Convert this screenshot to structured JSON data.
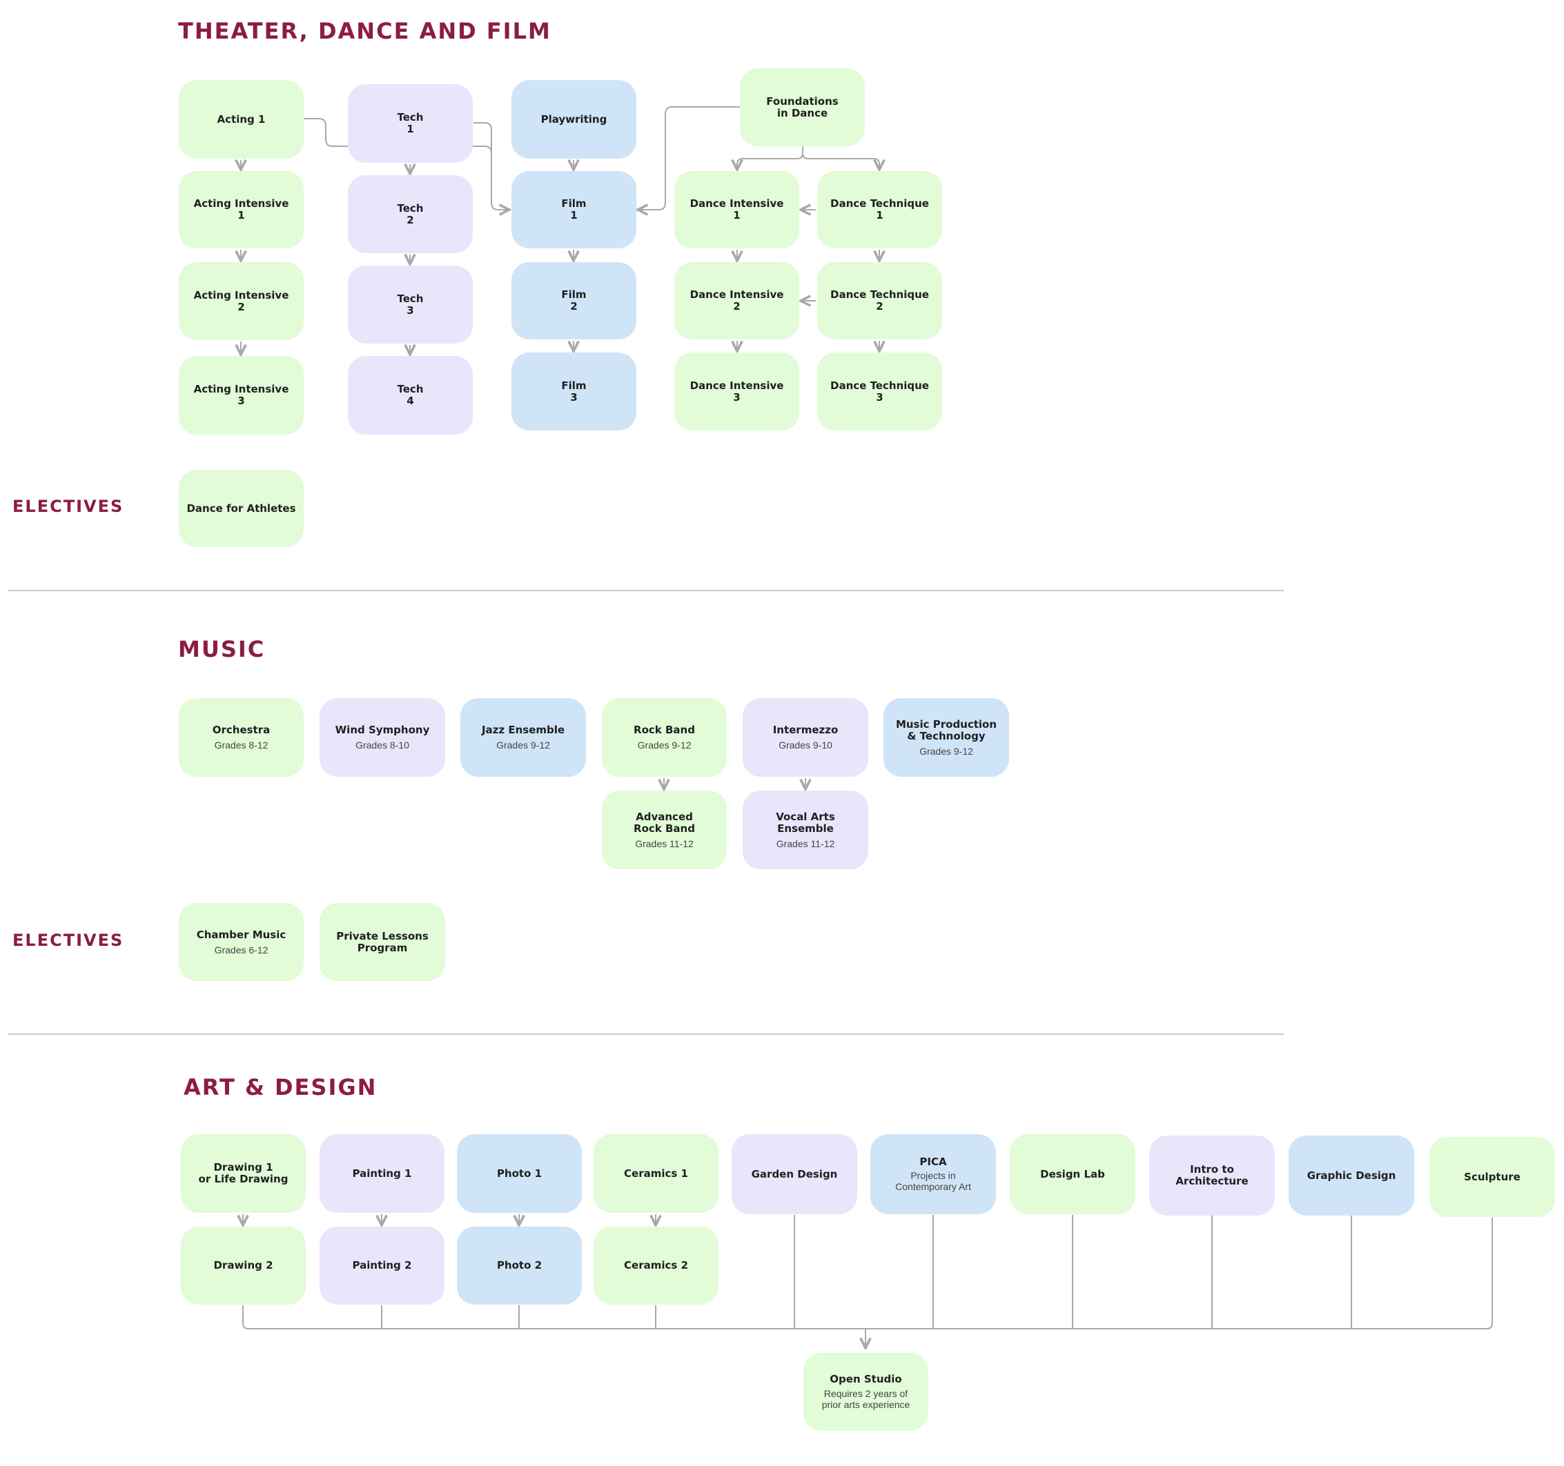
{
  "theater": {
    "heading": "THEATER, DANCE AND FILM",
    "electives_heading": "ELECTIVES",
    "acting_1": "Acting 1",
    "acting_intensive_1": "Acting Intensive\n1",
    "acting_intensive_2": "Acting Intensive\n2",
    "acting_intensive_3": "Acting Intensive\n3",
    "tech_1": "Tech\n1",
    "tech_2": "Tech\n2",
    "tech_3": "Tech\n3",
    "tech_4": "Tech\n4",
    "playwriting": "Playwriting",
    "film_1": "Film\n1",
    "film_2": "Film\n2",
    "film_3": "Film\n3",
    "foundations_in_dance": "Foundations\nin Dance",
    "dance_intensive_1": "Dance Intensive\n1",
    "dance_intensive_2": "Dance Intensive\n2",
    "dance_intensive_3": "Dance Intensive\n3",
    "dance_technique_1": "Dance Technique\n1",
    "dance_technique_2": "Dance Technique\n2",
    "dance_technique_3": "Dance Technique\n3",
    "dance_for_athletes": "Dance for Athletes"
  },
  "music": {
    "heading": "MUSIC",
    "electives_heading": "ELECTIVES",
    "orchestra": {
      "title": "Orchestra",
      "grades": "Grades 8-12"
    },
    "wind_symphony": {
      "title": "Wind Symphony",
      "grades": "Grades 8-10"
    },
    "jazz_ensemble": {
      "title": "Jazz Ensemble",
      "grades": "Grades 9-12"
    },
    "rock_band": {
      "title": "Rock Band",
      "grades": "Grades 9-12"
    },
    "intermezzo": {
      "title": "Intermezzo",
      "grades": "Grades 9-10"
    },
    "music_production": {
      "title": "Music Production\n& Technology",
      "grades": "Grades 9-12"
    },
    "advanced_rock_band": {
      "title": "Advanced\nRock Band",
      "grades": "Grades 11-12"
    },
    "vocal_arts_ensemble": {
      "title": "Vocal Arts\nEnsemble",
      "grades": "Grades 11-12"
    },
    "chamber_music": {
      "title": "Chamber Music",
      "grades": "Grades 6-12"
    },
    "private_lessons": {
      "title": "Private Lessons\nProgram"
    }
  },
  "art": {
    "heading": "ART & DESIGN",
    "drawing_1": "Drawing 1\nor Life Drawing",
    "drawing_2": "Drawing 2",
    "painting_1": "Painting 1",
    "painting_2": "Painting 2",
    "photo_1": "Photo 1",
    "photo_2": "Photo 2",
    "ceramics_1": "Ceramics 1",
    "ceramics_2": "Ceramics 2",
    "garden_design": "Garden Design",
    "pica": {
      "title": "PICA",
      "subtitle": "Projects in\nContemporary Art"
    },
    "design_lab": "Design Lab",
    "intro_to_architecture": "Intro to\nArchitecture",
    "graphic_design": "Graphic Design",
    "sculpture": "Sculpture",
    "open_studio": {
      "title": "Open Studio",
      "subtitle": "Requires 2 years of\nprior arts experience"
    }
  },
  "colors": {
    "heading": "#8b1c45",
    "green_box": "#e1fcd7",
    "purple_box": "#e9e5fb",
    "blue_box": "#cfe4f6",
    "connector": "#a8a8a8"
  }
}
